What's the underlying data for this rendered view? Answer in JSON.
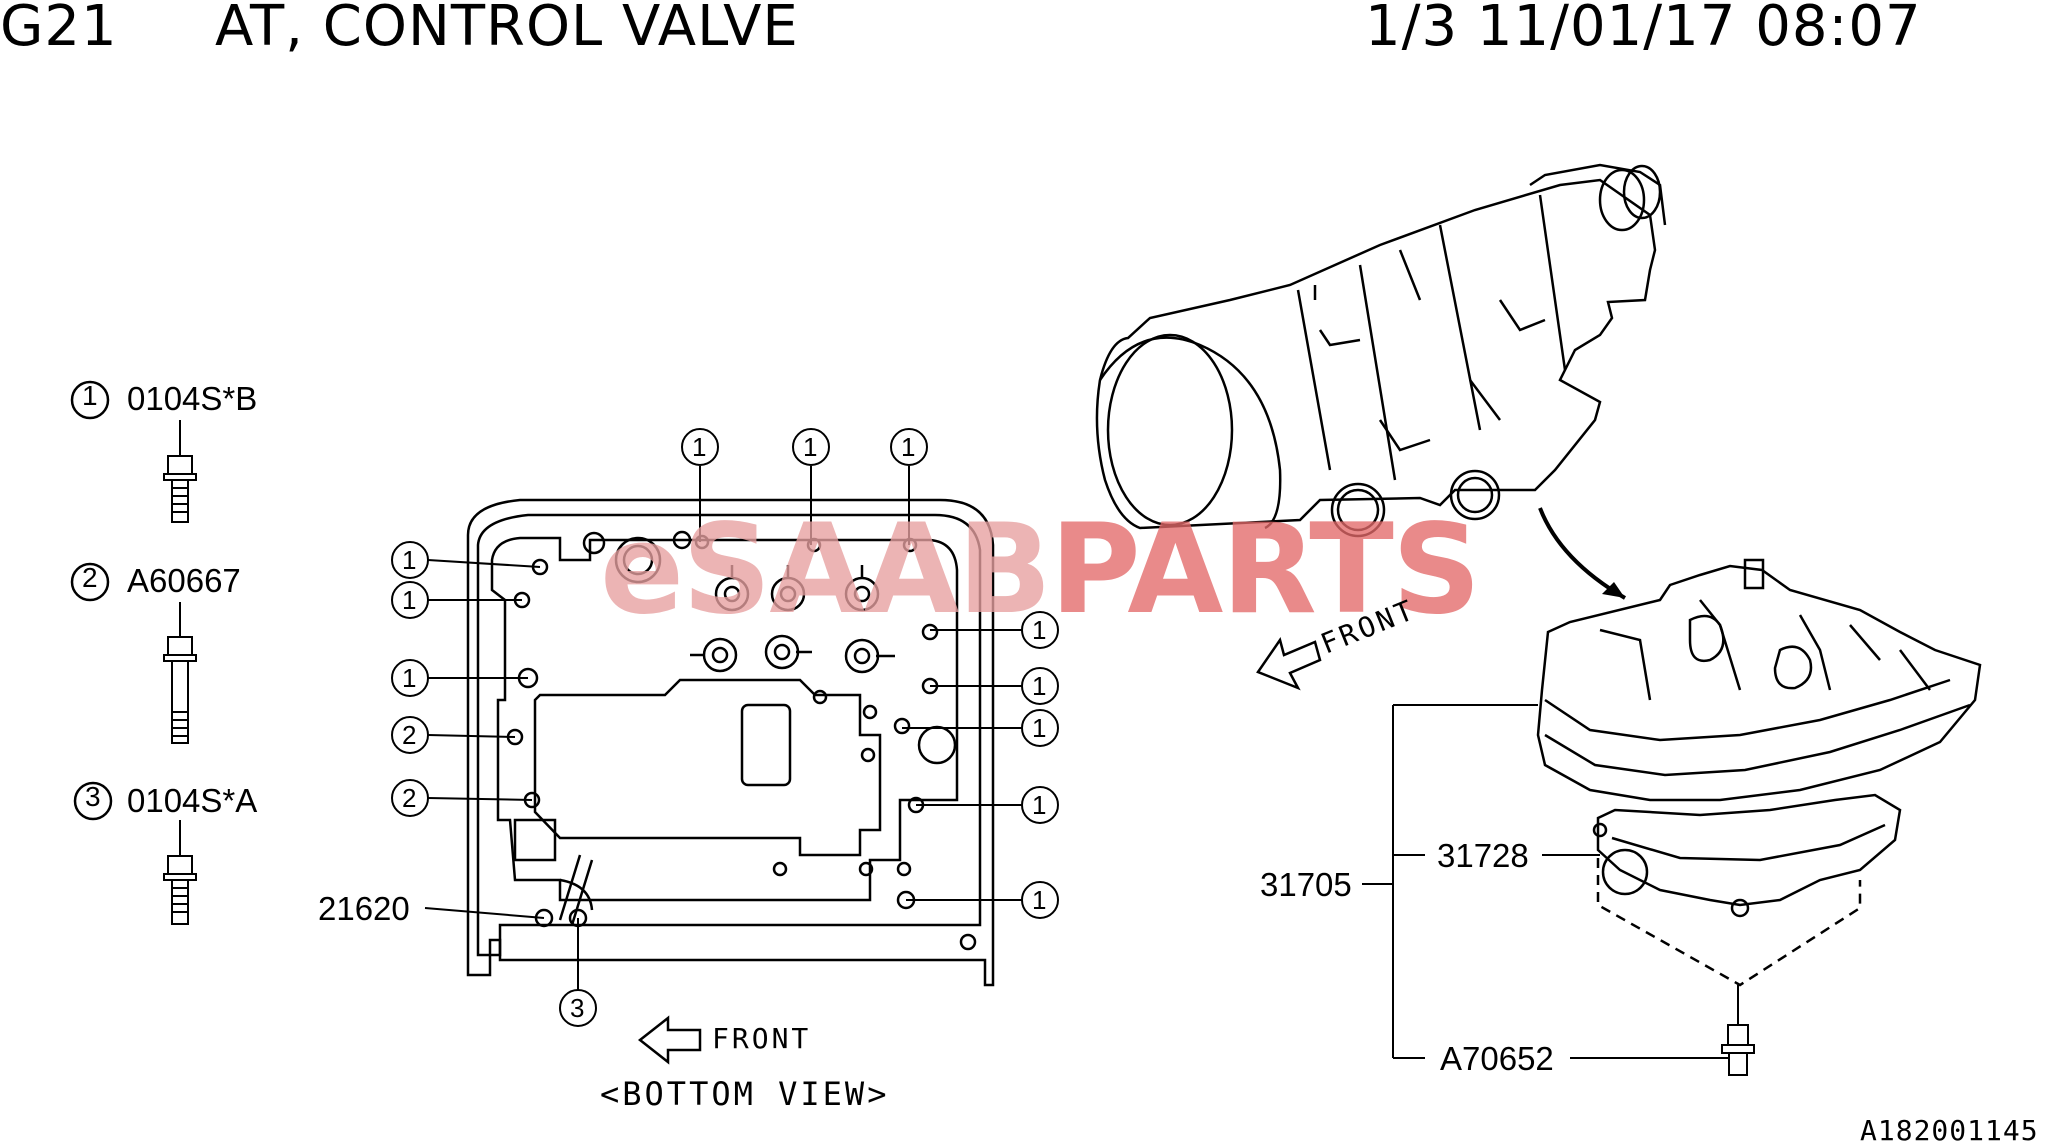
{
  "header": {
    "code": "G21",
    "title": "AT, CONTROL VALVE",
    "page_date": "1/3 11/01/17 08:07"
  },
  "legend": [
    {
      "num": "1",
      "part": "0104S*B"
    },
    {
      "num": "2",
      "part": "A60667"
    },
    {
      "num": "3",
      "part": "0104S*A"
    }
  ],
  "callouts": {
    "c1": "1",
    "c2": "2",
    "c3": "3"
  },
  "parts": {
    "p21620": "21620",
    "p31705": "31705",
    "p31728": "31728",
    "pA70652": "A70652"
  },
  "labels": {
    "front_left": "FRONT",
    "bottom_view": "<BOTTOM VIEW>",
    "front_right": "FRONT"
  },
  "watermark": {
    "e": "eSAAB",
    "parts": "PARTS",
    "color_light": "#e7a0a0",
    "color_dark": "#e36a6a"
  },
  "figure_id": "A182001145"
}
